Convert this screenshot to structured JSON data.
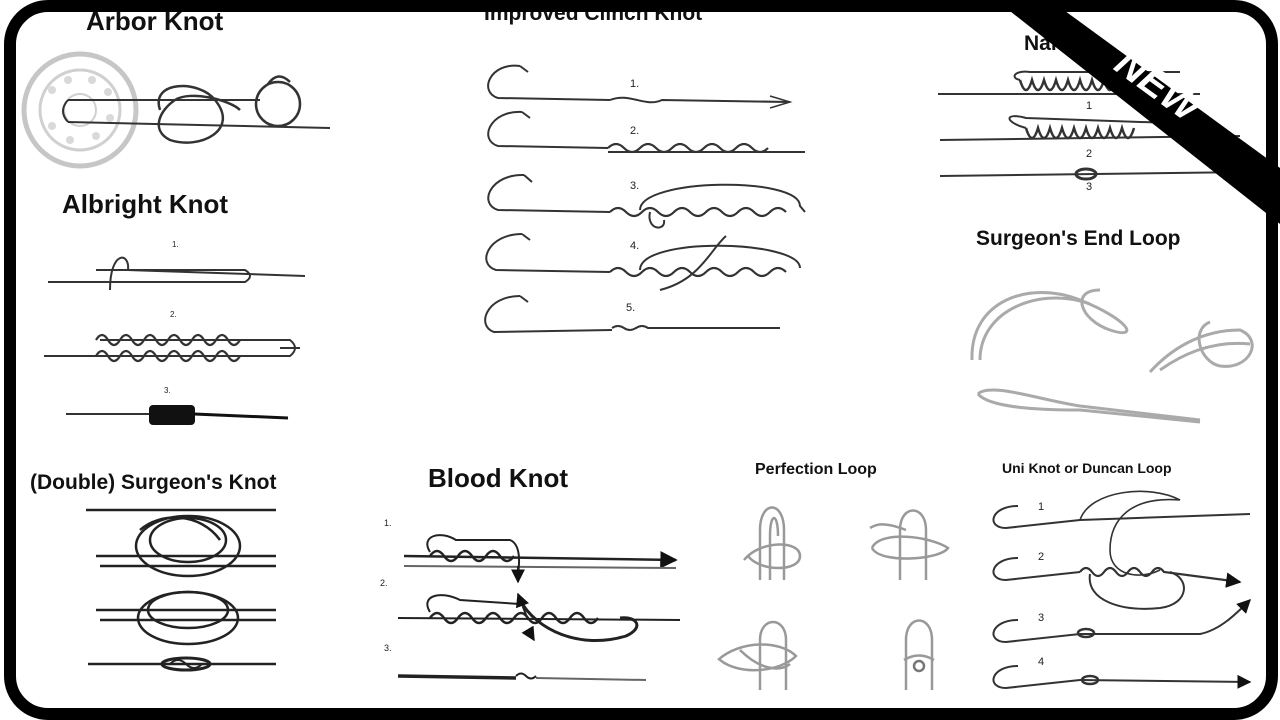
{
  "badge": {
    "text": "NEW",
    "bg": "#000000",
    "fg": "#ffffff"
  },
  "knots": {
    "arbor": {
      "title": "Arbor Knot"
    },
    "clinch": {
      "title": "Improved Clinch Knot",
      "steps": [
        "1.",
        "2.",
        "3.",
        "4.",
        "5."
      ]
    },
    "nail": {
      "title": "Nai",
      "steps": [
        "1",
        "2",
        "3"
      ]
    },
    "albright": {
      "title": "Albright Knot",
      "steps": [
        "1.",
        "2.",
        "3."
      ]
    },
    "surgeon_end_loop": {
      "title": "Surgeon's End Loop"
    },
    "double_surgeon": {
      "title": "(Double) Surgeon's Knot"
    },
    "blood": {
      "title": "Blood Knot",
      "steps": [
        "1.",
        "2.",
        "3."
      ]
    },
    "perfection": {
      "title": "Perfection Loop"
    },
    "uni": {
      "title": "Uni Knot or Duncan Loop",
      "steps": [
        "1",
        "2",
        "3",
        "4"
      ]
    }
  },
  "colors": {
    "border": "#000000",
    "line": "#333333",
    "background": "#ffffff"
  },
  "icons": [
    "fishing-reel-icon",
    "fish-hook-icon",
    "arrow-icon"
  ]
}
